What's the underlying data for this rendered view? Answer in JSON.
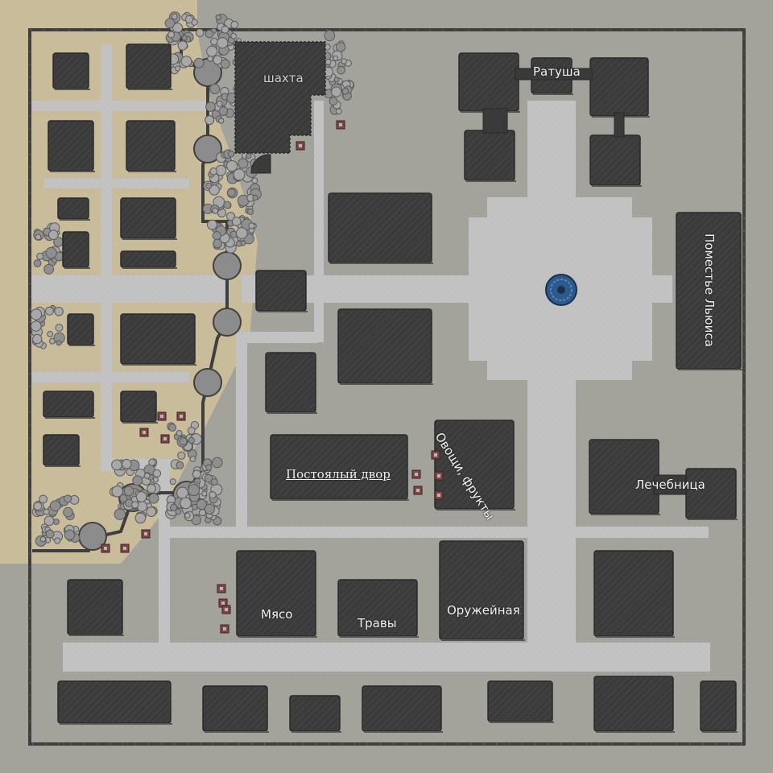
{
  "map": {
    "colors": {
      "ground": "#a3a39c",
      "sand": "#c8bc9a",
      "road": "#c4c4c4",
      "building": "#3a3a3a",
      "wall": "#3f3f3f",
      "rubble": "#8f8f8f",
      "marker": "#2c5a8e",
      "crate": "#7a4a4a"
    },
    "labels": {
      "mine": "шахта",
      "town_hall": "Ратуша",
      "manor": "Поместье Льюиса",
      "inn": "Постоялый двор",
      "vegetables": "Овощи, фрукты",
      "hospital": "Лечебница",
      "meat": "Мясо",
      "herbs": "Травы",
      "armory": "Оружейная"
    },
    "icons": {
      "player_marker": "circle-marker-icon",
      "crate": "crate-icon"
    }
  }
}
